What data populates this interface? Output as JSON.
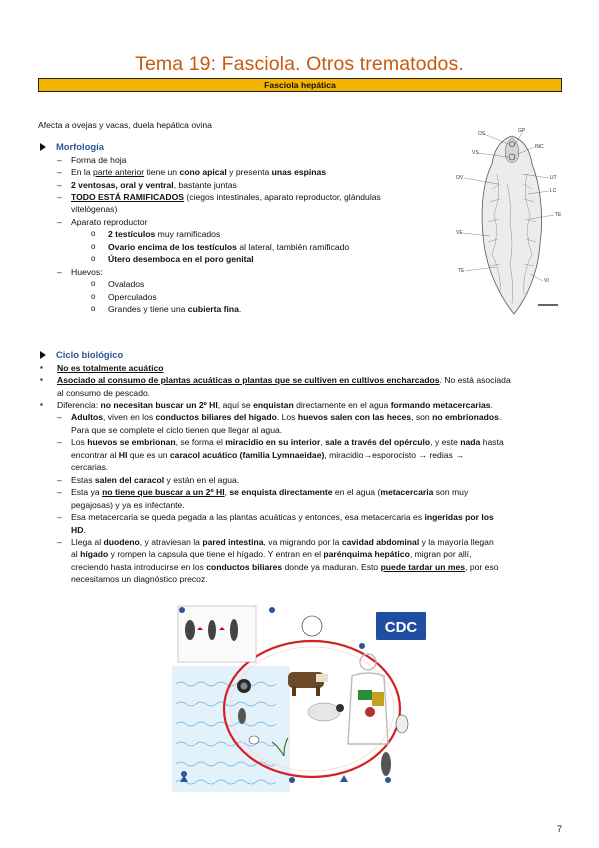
{
  "title": "Tema 19: Fasciola. Otros trematodos.",
  "banner": "Fasciola hepática",
  "intro": "Afecta a ovejas y vacas, duela hepática ovina",
  "morfologia": {
    "heading": "Morfología",
    "items": {
      "forma": "Forma de hoja",
      "parte_1": "En la ",
      "parte_2": "parte anterior",
      "parte_3": " tiene un ",
      "parte_4": "cono apical",
      "parte_5": " y presenta ",
      "parte_6": "unas espinas",
      "vent_1": "2 ventosas, oral y ventral",
      "vent_2": ", bastante juntas",
      "ramif_1": "TODO ESTÁ RAMIFICADOS",
      "ramif_2": " (ciegos intestinales, aparato reproductor, glándulas",
      "ramif_3": "vitelógenas)",
      "aparato": "Aparato reproductor",
      "test_1": "2 testículos",
      "test_2": " muy ramificados",
      "ovario_1": "Ovario encima de los testículos",
      "ovario_2": " al lateral, también ramificado",
      "utero": "Útero desemboca en el poro genital",
      "huevos": "Huevos:",
      "ovalados": "Ovalados",
      "operculados": "Operculados",
      "grandes_1": "Grandes y tiene una ",
      "grandes_2": "cubierta fina",
      "grandes_3": "."
    }
  },
  "ciclo": {
    "heading": "Ciclo biológico",
    "b1": "No es totalmente acuático",
    "b2_1": "Asociado al consumo de plantas acuáticas o plantas que se cultiven en cultivos encharcados",
    "b2_2": ". No está asociada",
    "b2_3": "al consumo de pescado.",
    "b3_1": "Diferencia: ",
    "b3_2": "no necesitan buscar un 2º HI",
    "b3_3": ", aquí se ",
    "b3_4": "enquistan",
    "b3_5": " directamente en el agua ",
    "b3_6": "formando metacercarias",
    "b3_7": ".",
    "d1_1": "Adultos",
    "d1_2": ", viven en los ",
    "d1_3": "conductos biliares del hígado",
    "d1_4": ". Los ",
    "d1_5": "huevos salen con las heces",
    "d1_6": ", son ",
    "d1_7": "no embrionados",
    "d1_8": ".",
    "d1_9": "Para que se complete el ciclo tienen que llegar al agua.",
    "d2_1": " Los ",
    "d2_2": "huevos se embrionan",
    "d2_3": ", se forma el ",
    "d2_4": "miracidio en su interior",
    "d2_5": ", ",
    "d2_6": "sale a través del opérculo",
    "d2_7": ", y este ",
    "d2_8": "nada",
    "d2_9": " hasta",
    "d2_10": "encontrar al ",
    "d2_11": "HI",
    "d2_12": " que es un ",
    "d2_13": "caracol acuático (familia Lymnaeidae)",
    "d2_14": ", miracidio→esporocisto → redias →",
    "d2_15": "cercarias.",
    "d3_1": "Estas ",
    "d3_2": "salen del caracol",
    "d3_3": " y están en el agua.",
    "d4_1": "Esta ya ",
    "d4_2": "no tiene que buscar a un 2º HI",
    "d4_3": ", ",
    "d4_4": "se enquista directamente",
    "d4_5": " en el agua (",
    "d4_6": "metacercaria",
    "d4_7": " son muy",
    "d4_8": "pegajosas) y ya es infectante.",
    "d5_1": "Esa metacercaria se queda pegada a las plantas acuáticas y entonces, esa metacercaria es ",
    "d5_2": "ingeridas por los",
    "d5_3": "HD",
    "d5_4": ".",
    "d6_1": "Llega al ",
    "d6_2": "duodeno",
    "d6_3": ", y atraviesan la ",
    "d6_4": "pared intestina",
    "d6_5": ", va migrando por la ",
    "d6_6": "cavidad abdominal",
    "d6_7": " y la mayoría llegan",
    "d6_8": "al ",
    "d6_9": "hígado",
    "d6_10": " y rompen la capsula que tiene el hígado. Y entran en el ",
    "d6_11": "parénquima hepático",
    "d6_12": ", migran por allí,",
    "d6_13": "creciendo hasta introducirse en los ",
    "d6_14": "conductos biliares",
    "d6_15": " donde ya maduran. Esto ",
    "d6_16": "puede tardar un mes",
    "d6_17": ", por eso",
    "d6_18": "necesitamos un diagnóstico precoz."
  },
  "liver_labels": {
    "os": "OS",
    "gp": "GP",
    "vs": "VS",
    "inc": "INC",
    "ov": "OV",
    "ut": "UT",
    "lc": "LC",
    "te1": "TE",
    "ve": "VE",
    "te2": "TE",
    "vi": "VI"
  },
  "lifecycle_labels": {
    "cdc": "CDC"
  },
  "colors": {
    "title": "#c55a11",
    "heading": "#2f5496",
    "banner": "#f5b400",
    "cdc": "#1f4fa0"
  },
  "page_number": "7"
}
